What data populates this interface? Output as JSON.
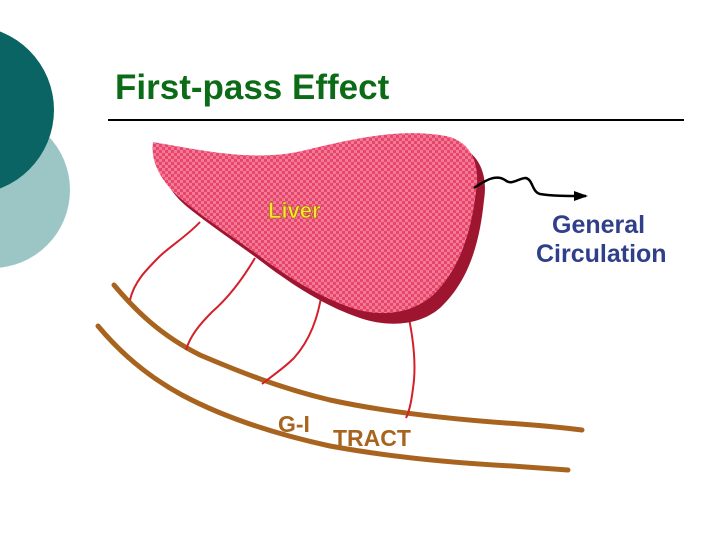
{
  "slide": {
    "title": "First-pass Effect"
  },
  "diagram": {
    "labels": {
      "liver": "Liver",
      "general_line1": "General",
      "general_line2": "Circulation",
      "gi": "G-I",
      "tract": "TRACT"
    }
  },
  "colors": {
    "title_text": "#0b6b16",
    "deco_dark": "#0a6463",
    "deco_light": "#9cc6c6",
    "liver_fill": "#e8456a",
    "liver_shadow": "#9e1530",
    "liver_label": "#ffe233",
    "vessel": "#d4202a",
    "gi_tract": "#a8641e",
    "gi_label": "#a8641e",
    "circulation_label": "#2f3f8a",
    "arrow": "#000000"
  }
}
